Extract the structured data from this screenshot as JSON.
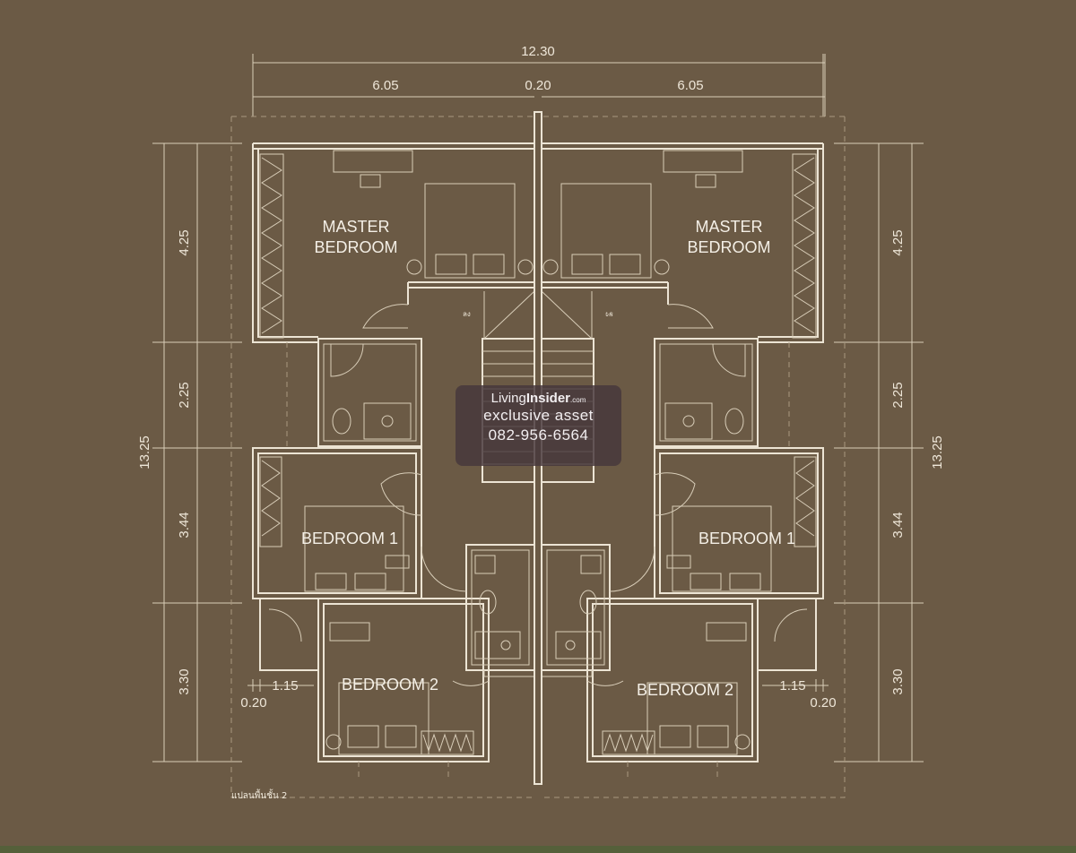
{
  "dimensions": {
    "total_width": "12.30",
    "left_width": "6.05",
    "party_wall": "0.20",
    "right_width": "6.05",
    "total_depth": "13.25",
    "segments": [
      "4.25",
      "2.25",
      "3.44",
      "3.30"
    ],
    "small_left": "1.15",
    "small_right": "1.15",
    "offset_left": "0.20",
    "offset_right": "0.20"
  },
  "rooms": {
    "master_line1": "MASTER",
    "master_line2": "BEDROOM",
    "bedroom1": "BEDROOM 1",
    "bedroom2": "BEDROOM 2"
  },
  "watermark": {
    "brand_a": "Living",
    "brand_b": "Insider",
    "brand_c": ".com",
    "line2": "exclusive asset",
    "line3": "082-956-6564"
  },
  "caption": "แปลนพื้นชั้น 2",
  "colors": {
    "background": "#6b5a45",
    "lines": "#ece4d4"
  }
}
